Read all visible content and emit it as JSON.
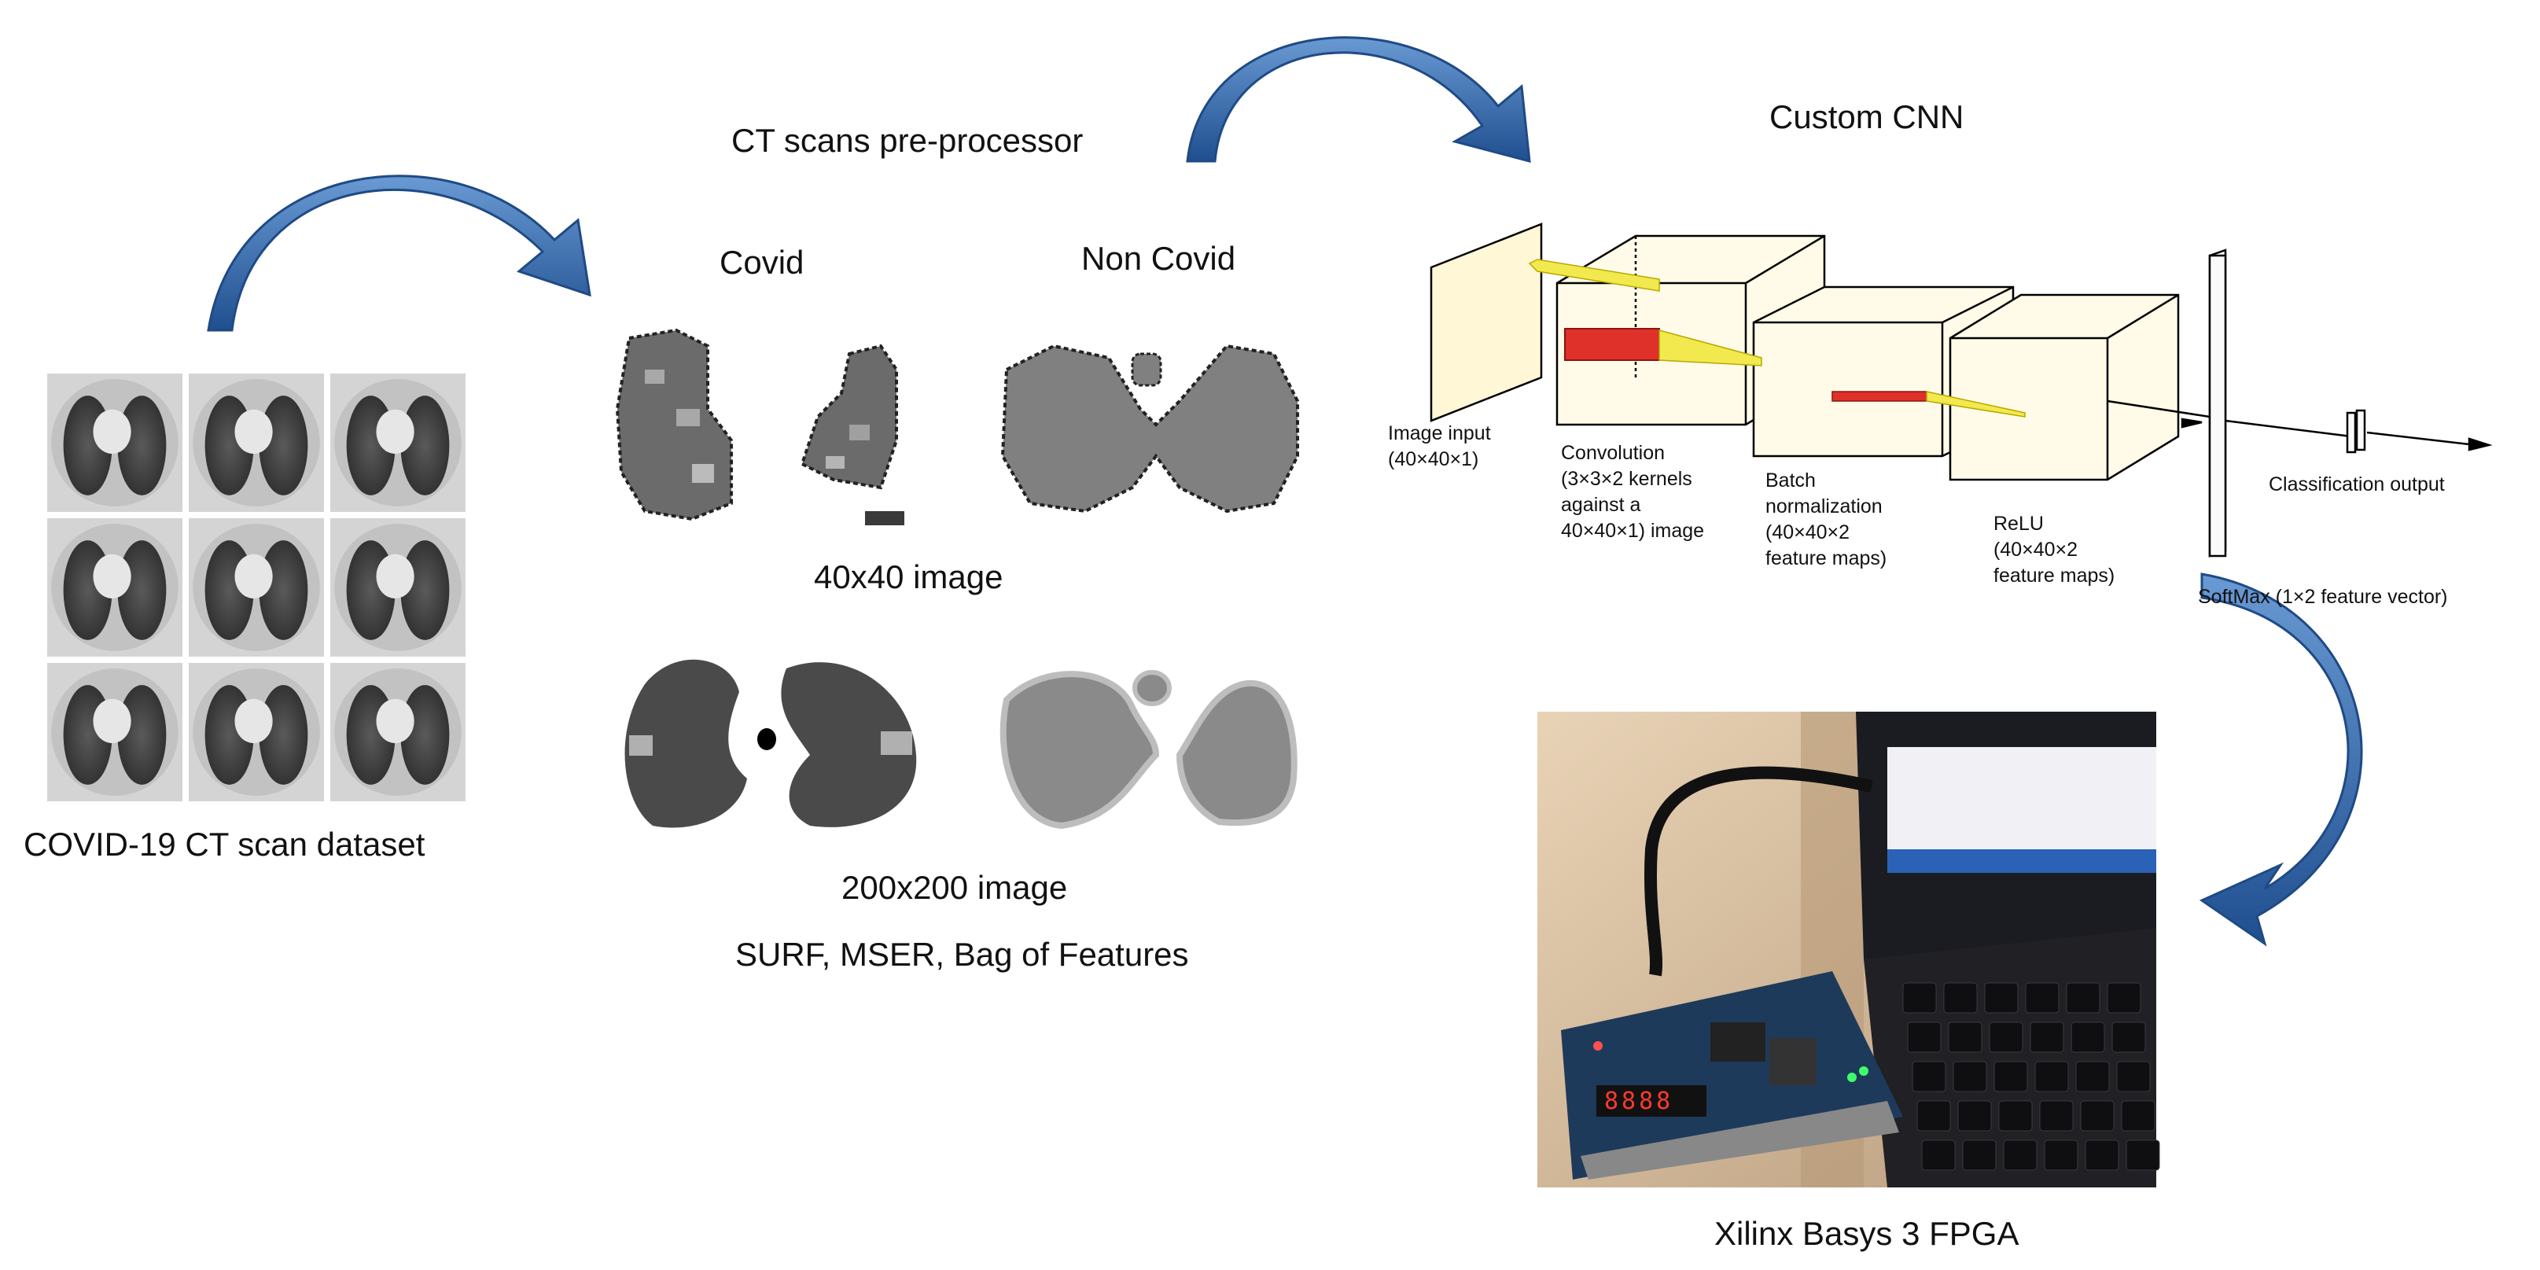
{
  "dataset": {
    "caption": "COVID-19 CT scan dataset",
    "grid_rows": 3,
    "grid_cols": 3
  },
  "preprocessor": {
    "title": "CT scans pre-processor",
    "col_covid": "Covid",
    "col_non_covid": "Non Covid",
    "caption_40": "40x40 image",
    "caption_200": "200x200 image",
    "features": "SURF, MSER, Bag of Features"
  },
  "cnn": {
    "title": "Custom CNN",
    "image_input": {
      "line1": "Image input",
      "line2": "(40×40×1)"
    },
    "convolution": {
      "line1": "Convolution",
      "line2": "(3×3×2 kernels",
      "line3": "against a",
      "line4": "40×40×1) image"
    },
    "batch_norm": {
      "line1": "Batch",
      "line2": "normalization",
      "line3": "(40×40×2",
      "line4": "feature maps)"
    },
    "relu": {
      "line1": "ReLU",
      "line2": "(40×40×2",
      "line3": "feature maps)"
    },
    "softmax": "SoftMax (1×2 feature vector)",
    "classification": "Classification output"
  },
  "fpga": {
    "caption": "Xilinx Basys 3 FPGA",
    "display_digits": "8888"
  },
  "colors": {
    "arrow": "#2f5f9e",
    "arrow_light": "#4f86c6",
    "kernel_red": "#e0302a",
    "kernel_yellow": "#f2e94e",
    "lung_dark": "#555555",
    "lung_mid": "#7d7d7d"
  }
}
